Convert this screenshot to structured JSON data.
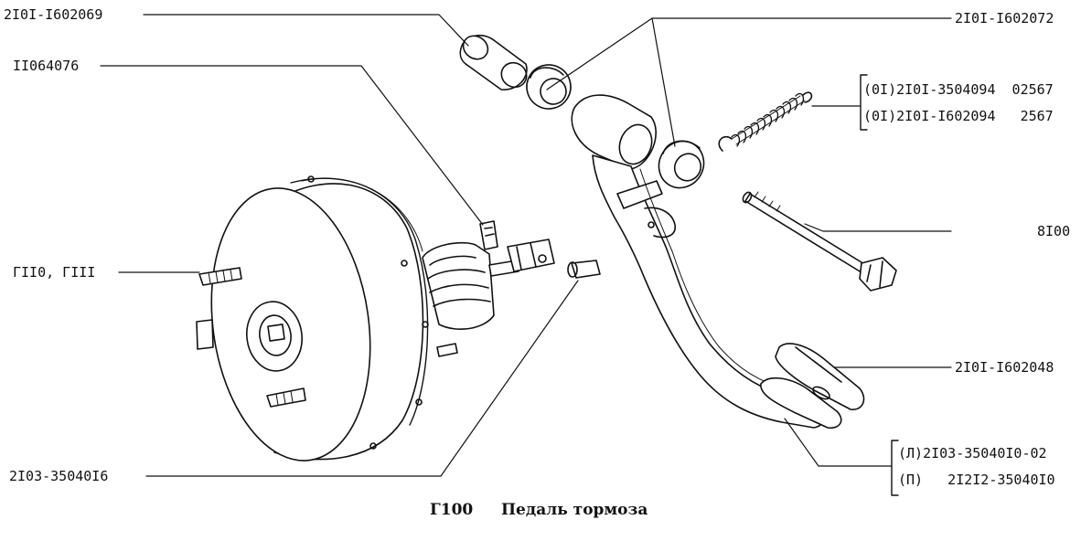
{
  "labels": {
    "l1": "2I0I-I602069",
    "l2": "II064076",
    "l3": "ГII0, ГIII",
    "l4": "2I03-35040I6",
    "r1": "2I0I-I602072",
    "r2a": "(0I)2I0I-3504094  02567",
    "r2b": "(0I)2I0I-I602094   2567",
    "r3": "8I00",
    "r4": "2I0I-I602048",
    "r5a": "(Л)2I03-35040I0-02",
    "r5b": "(П)   2I2I2-35040I0"
  },
  "caption": {
    "code": "Г100",
    "title": "Педаль тормоза"
  },
  "colors": {
    "ink": "#111111",
    "paper": "#ffffff"
  }
}
